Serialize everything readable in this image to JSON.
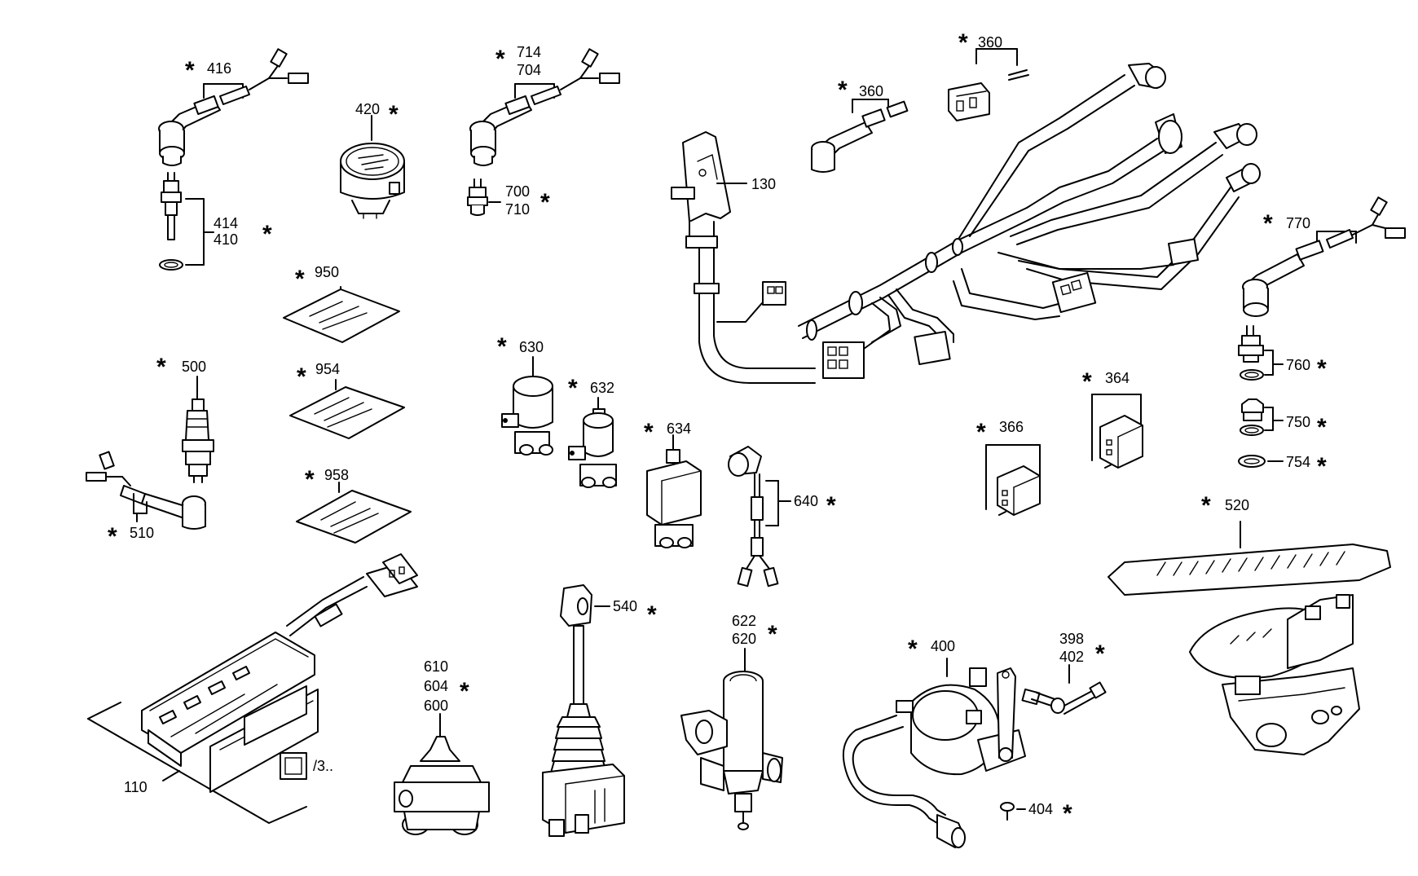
{
  "labels": {
    "p416": "416",
    "p420": "420",
    "p414": "414",
    "p410": "410",
    "p714": "714",
    "p704": "704",
    "p700": "700",
    "p710": "710",
    "p130": "130",
    "p360a": "360",
    "p360b": "360",
    "p950": "950",
    "p954": "954",
    "p958": "958",
    "p500": "500",
    "p510": "510",
    "p630": "630",
    "p632": "632",
    "p634": "634",
    "p640": "640",
    "p770": "770",
    "p760": "760",
    "p750": "750",
    "p754": "754",
    "p364": "364",
    "p366": "366",
    "p520": "520",
    "p540": "540",
    "p622": "622",
    "p620": "620",
    "p610": "610",
    "p604": "604",
    "p600": "600",
    "p400": "400",
    "p398": "398",
    "p402": "402",
    "p404": "404",
    "p110": "110",
    "p3x": "/3.."
  },
  "marker": "*"
}
